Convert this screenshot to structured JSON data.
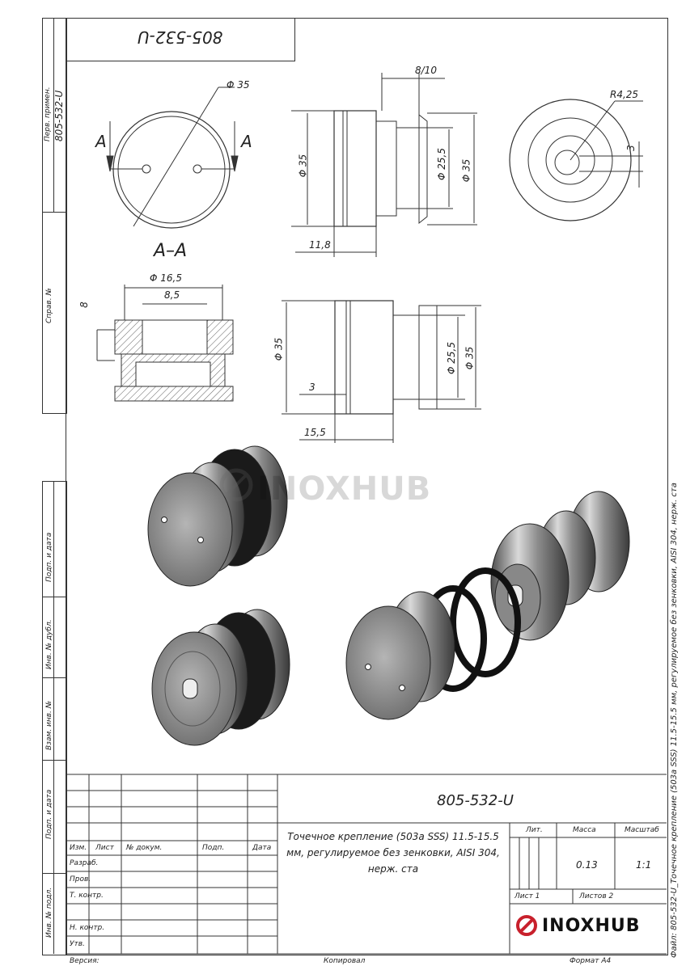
{
  "drawing": {
    "stamp_top": "805-532-U",
    "designation": "805-532-U",
    "title": "Точечное крепление (503a SSS) 11.5-15.5 мм, регулируемое без зенковки, AISI 304, нерж. ста",
    "side_file_name": "Файл: 805-532-U_Точечное крепление (503a SSS) 11.5-15.5 мм, регулируемое без зенковки, AISI 304, нерж. ста"
  },
  "left_strip": {
    "perv_primen_label": "Перв. примен.",
    "perv_primen_value": "805-532-U",
    "sprav_label": "Справ. №",
    "podp_data_1": "Подп. и дата",
    "inv_dubl": "Инв. № дубл.",
    "vzam_inv": "Взам. инв. №",
    "podp_data_2": "Подп. и дата",
    "inv_podl": "Инв. № подл."
  },
  "dimensions": {
    "d35_top": "Φ 35",
    "section_label_left": "A",
    "section_label_right": "A",
    "section_title": "A–A",
    "d35_side": "Φ 35",
    "d25_5_side": "Φ 25,5",
    "d35_side_right": "Φ 35",
    "dim_8_10": "8/10",
    "dim_11_8": "11,8",
    "r4_25": "R4,25",
    "dim_3_right": "3",
    "d16_5": "Φ 16,5",
    "dim_8_5": "8,5",
    "dim_8": "8",
    "d35_lower": "Φ 35",
    "d25_5_lower": "Φ 25,5",
    "d35_lower_right": "Φ 35",
    "dim_3_lower": "3",
    "dim_15_5": "15,5"
  },
  "watermark": {
    "text": "INOXHUB"
  },
  "title_block": {
    "headers": {
      "izm": "Изм.",
      "list": "Лист",
      "n_dokum": "№ докум.",
      "podp": "Подп.",
      "data": "Дата"
    },
    "rows": {
      "razrab": "Разраб.",
      "prov": "Пров.",
      "t_kontr": "Т. контр.",
      "n_kontr": "Н. контр.",
      "utv": "Утв."
    },
    "lit_label": "Лит.",
    "massa_label": "Масса",
    "masshtab_label": "Масштаб",
    "massa_value": "0.13",
    "masshtab_value": "1:1",
    "list_label": "Лист 1",
    "listov_label": "Листов 2",
    "company": "INOXHUB"
  },
  "footer": {
    "versiya": "Версия:",
    "kopiroval": "Копировал",
    "format": "Формат A4"
  },
  "colors": {
    "line": "#333333",
    "metal_dark": "#6d6d6d",
    "rubber": "#1a1a1a",
    "logo_red": "#c8202c"
  }
}
